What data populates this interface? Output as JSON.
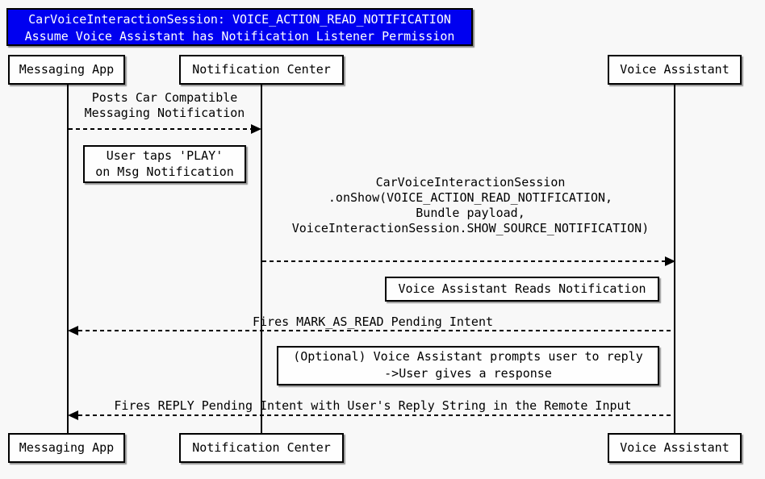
{
  "title": {
    "line1": "CarVoiceInteractionSession: VOICE_ACTION_READ_NOTIFICATION",
    "line2": "Assume Voice Assistant has Notification Listener Permission"
  },
  "participants": {
    "messaging_app": "Messaging App",
    "notification_center": "Notification Center",
    "voice_assistant": "Voice Assistant"
  },
  "messages": {
    "post_notification": {
      "line1": "Posts Car Compatible",
      "line2": "Messaging Notification"
    },
    "on_show": {
      "line1": "CarVoiceInteractionSession",
      "line2": ".onShow(VOICE_ACTION_READ_NOTIFICATION,",
      "line3": "Bundle payload,",
      "line4": "VoiceInteractionSession.SHOW_SOURCE_NOTIFICATION)"
    },
    "mark_as_read": "Fires MARK_AS_READ Pending Intent",
    "reply": "Fires REPLY Pending Intent with User's Reply String in the Remote Input"
  },
  "notes": {
    "user_taps": {
      "line1": "User taps 'PLAY'",
      "line2": "on Msg Notification"
    },
    "va_reads": "Voice Assistant Reads Notification",
    "optional_reply": {
      "line1": "(Optional) Voice Assistant prompts user to reply",
      "line2": "->User gives a response"
    }
  },
  "colors": {
    "page_bg": "#F8F8F8",
    "title_bg": "#0000F0",
    "title_text": "#FFFFFF",
    "line": "#000000",
    "box_bg": "#FEFEFE"
  }
}
